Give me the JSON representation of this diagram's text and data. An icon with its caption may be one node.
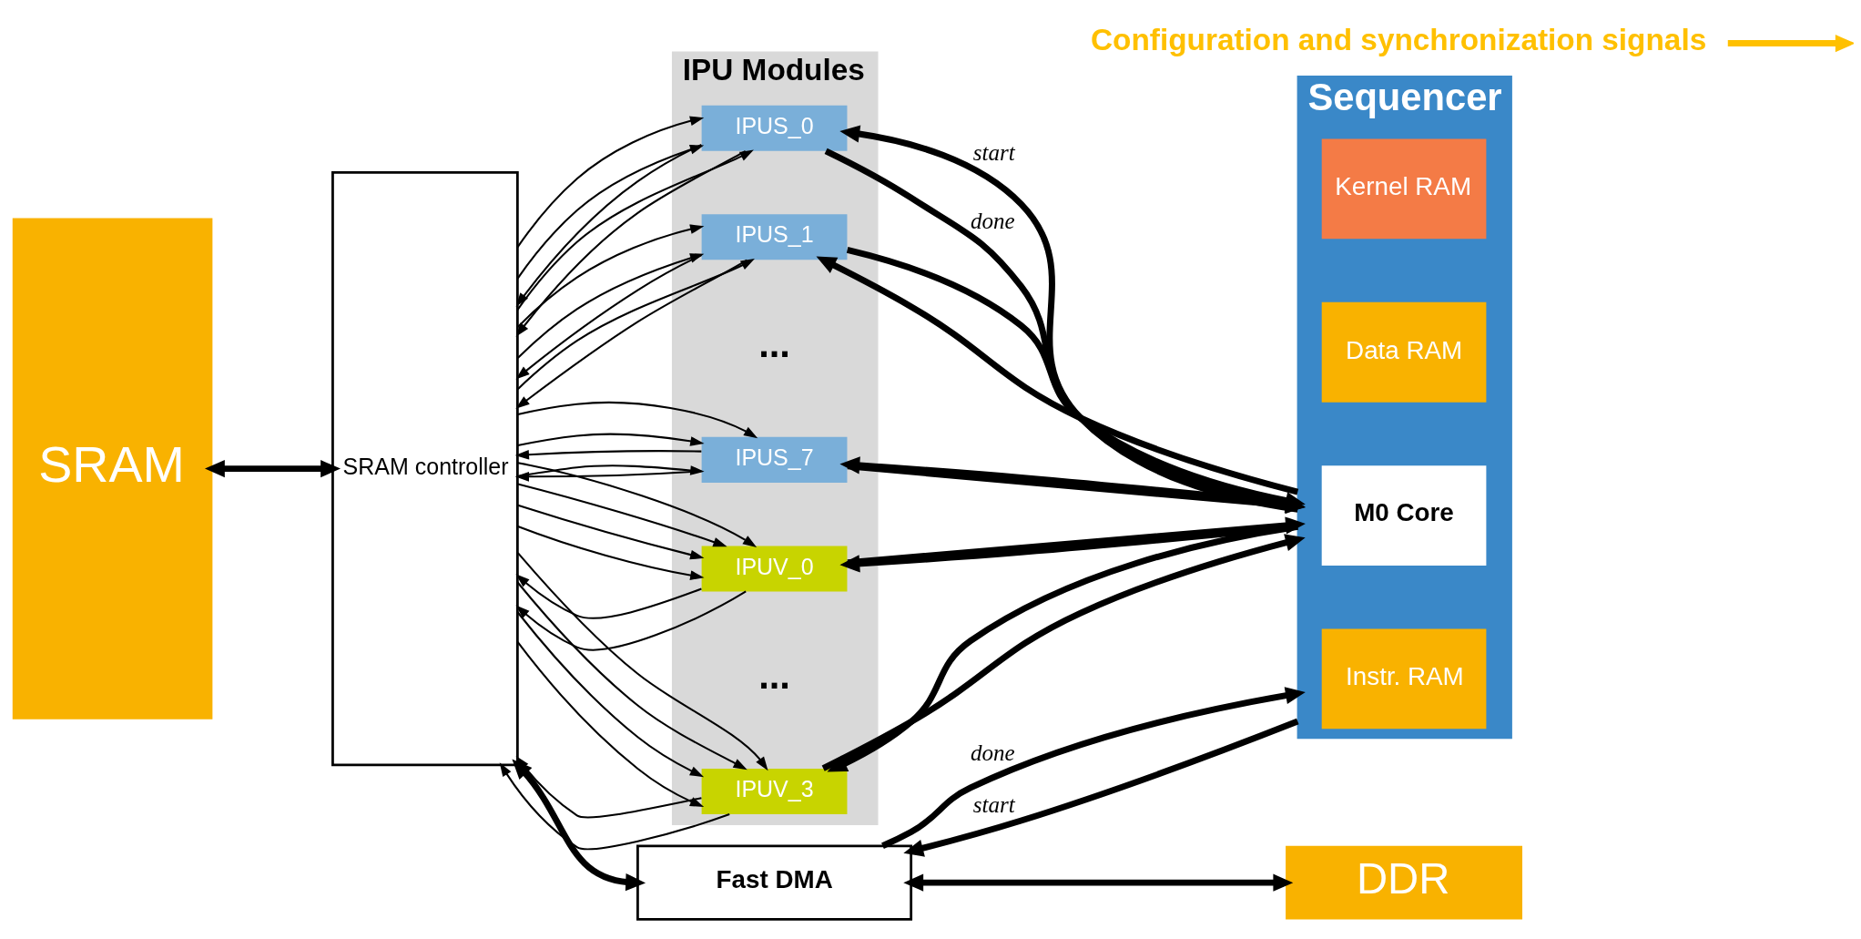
{
  "diagram": {
    "nodes": [
      {
        "text": [
          "SRAM"
        ]
      },
      {
        "text": [
          "SRAM controller"
        ]
      },
      {
        "text": [
          "IPU Modules"
        ]
      },
      {
        "text": [
          "IPUS_0"
        ],
        "in": 2
      },
      {
        "text": [
          "IPUS_1"
        ],
        "in": 2
      },
      {
        "text": [
          "IPUS_7"
        ],
        "in": 2
      },
      {
        "text": [
          "IPUV_0"
        ],
        "in": 2
      },
      {
        "text": [
          "IPUV_3"
        ],
        "in": 2
      },
      {
        "text": [
          "Sequencer"
        ]
      },
      {
        "text": [
          "Kernel RAM"
        ],
        "in": 8
      },
      {
        "text": [
          "Data RAM"
        ],
        "in": 8
      },
      {
        "text": [
          "M0 Core"
        ],
        "in": 8
      },
      {
        "text": [
          "Instr. RAM"
        ],
        "in": 8
      },
      {
        "text": [
          "Fast DMA"
        ]
      },
      {
        "text": [
          "DDR"
        ]
      },
      {
        "text": [
          "Configuration and synchronization signals"
        ]
      }
    ],
    "edges": [
      {
        "from": 0,
        "to": 1,
        "arrow": "both",
        "style": "thick"
      },
      {
        "from": 3,
        "to": 1,
        "arrow": "to"
      },
      {
        "from": 3,
        "to": 1,
        "arrow": "to"
      },
      {
        "from": 1,
        "to": 3,
        "arrow": "to"
      },
      {
        "from": 1,
        "to": 3,
        "arrow": "to"
      },
      {
        "from": 1,
        "to": 3,
        "arrow": "to"
      },
      {
        "from": 3,
        "to": 8,
        "arrow": "to",
        "label": "done",
        "style": "thick"
      },
      {
        "from": 8,
        "to": 3,
        "arrow": "to",
        "label": "start",
        "style": "thick"
      },
      {
        "from": 4,
        "to": 1,
        "arrow": "to"
      },
      {
        "from": 4,
        "to": 1,
        "arrow": "to"
      },
      {
        "from": 1,
        "to": 4,
        "arrow": "to"
      },
      {
        "from": 1,
        "to": 4,
        "arrow": "to"
      },
      {
        "from": 1,
        "to": 4,
        "arrow": "to"
      },
      {
        "from": 4,
        "to": 8,
        "arrow": "to",
        "style": "thick"
      },
      {
        "from": 8,
        "to": 4,
        "arrow": "to",
        "style": "thick"
      },
      {
        "from": 5,
        "to": 1,
        "arrow": "to"
      },
      {
        "from": 5,
        "to": 1,
        "arrow": "to"
      },
      {
        "from": 1,
        "to": 5,
        "arrow": "to"
      },
      {
        "from": 1,
        "to": 5,
        "arrow": "to"
      },
      {
        "from": 1,
        "to": 5,
        "arrow": "to"
      },
      {
        "from": 5,
        "to": 8,
        "arrow": "to",
        "style": "thick"
      },
      {
        "from": 8,
        "to": 5,
        "arrow": "to",
        "style": "thick"
      },
      {
        "from": 6,
        "to": 1,
        "arrow": "to"
      },
      {
        "from": 6,
        "to": 1,
        "arrow": "to"
      },
      {
        "from": 1,
        "to": 6,
        "arrow": "to"
      },
      {
        "from": 1,
        "to": 6,
        "arrow": "to"
      },
      {
        "from": 1,
        "to": 6,
        "arrow": "to"
      },
      {
        "from": 1,
        "to": 6,
        "arrow": "to"
      },
      {
        "from": 6,
        "to": 8,
        "arrow": "to",
        "style": "thick"
      },
      {
        "from": 8,
        "to": 6,
        "arrow": "to",
        "style": "thick"
      },
      {
        "from": 7,
        "to": 1,
        "arrow": "to"
      },
      {
        "from": 7,
        "to": 1,
        "arrow": "to"
      },
      {
        "from": 1,
        "to": 7,
        "arrow": "to"
      },
      {
        "from": 1,
        "to": 7,
        "arrow": "to"
      },
      {
        "from": 1,
        "to": 7,
        "arrow": "to"
      },
      {
        "from": 1,
        "to": 7,
        "arrow": "to"
      },
      {
        "from": 7,
        "to": 8,
        "arrow": "to",
        "style": "thick"
      },
      {
        "from": 8,
        "to": 7,
        "arrow": "to",
        "style": "thick"
      },
      {
        "from": 1,
        "to": 13,
        "arrow": "both",
        "style": "thick"
      },
      {
        "from": 13,
        "to": 8,
        "arrow": "to",
        "label": "done",
        "style": "thick"
      },
      {
        "from": 8,
        "to": 13,
        "arrow": "to",
        "label": "start",
        "style": "thick"
      },
      {
        "from": 13,
        "to": 14,
        "arrow": "both",
        "style": "thick"
      },
      {
        "from": 15,
        "to": null,
        "arrow": "to",
        "style": "thick",
        "color": "#ffc000"
      }
    ],
    "labels": [
      "...",
      "..."
    ]
  }
}
